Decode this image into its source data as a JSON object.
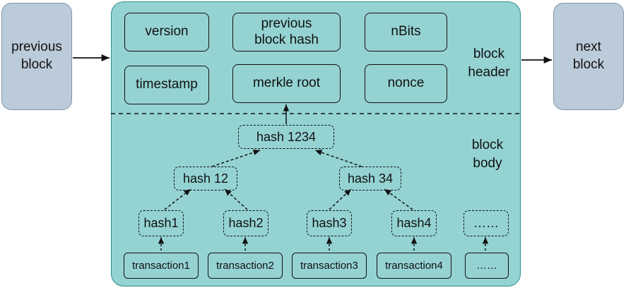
{
  "previous_block": "previous\nblock",
  "next_block": "next\nblock",
  "header": {
    "fields": {
      "version": "version",
      "previous_block_hash": "previous\nblock hash",
      "nbits": "nBits",
      "timestamp": "timestamp",
      "merkle_root": "merkle root",
      "nonce": "nonce"
    },
    "label": "block\nheader"
  },
  "body": {
    "label": "block\nbody",
    "hash_1234": "hash 1234",
    "hash_12": "hash 12",
    "hash_34": "hash 34",
    "hashes": [
      "hash1",
      "hash2",
      "hash3",
      "hash4",
      "……"
    ],
    "transactions": [
      "transaction1",
      "transaction2",
      "transaction3",
      "transaction4",
      "……"
    ]
  }
}
